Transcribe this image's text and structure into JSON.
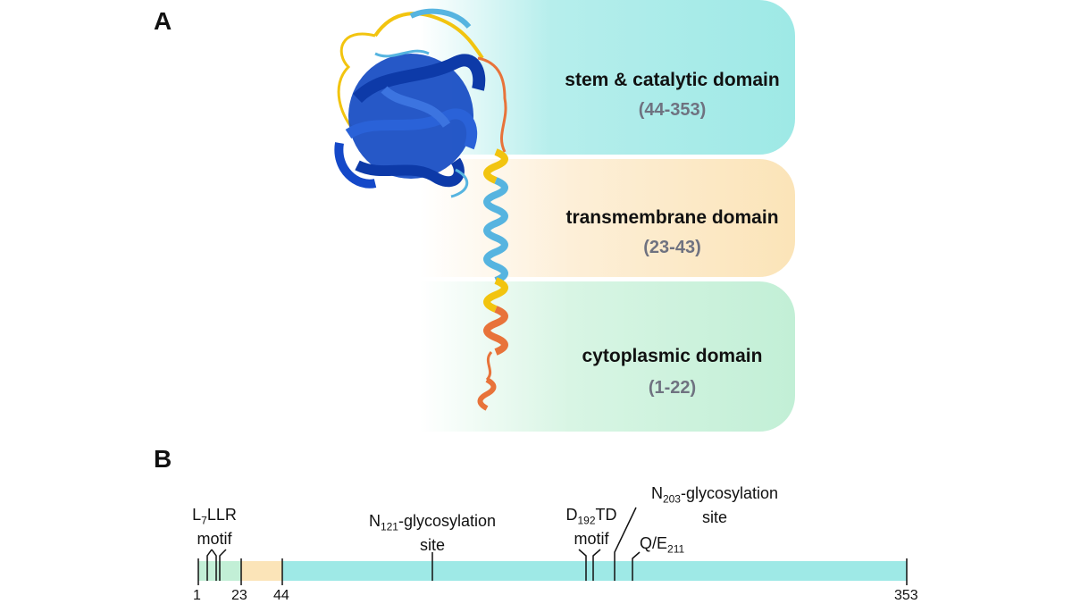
{
  "panels": {
    "a": "A",
    "b": "B"
  },
  "domains": {
    "stem": {
      "title": "stem & catalytic domain",
      "range": "(44-353)",
      "color": "#9ee9e6"
    },
    "transmembrane": {
      "title": "transmembrane domain",
      "range": "(23-43)",
      "color": "#fbe4b8"
    },
    "cytoplasmic": {
      "title": "cytoplasmic domain",
      "range": "(1-22)",
      "color": "#c2efd6"
    }
  },
  "track": {
    "positions": [
      "1",
      "23",
      "44",
      "353"
    ],
    "annotations": {
      "llr_prefix": "L",
      "llr_sub": "7",
      "llr_suffix": "LLR",
      "llr_line2": "motif",
      "n121_prefix": "N",
      "n121_sub": "121",
      "n121_suffix": "-glycosylation",
      "n121_line2": "site",
      "dtd_prefix": "D",
      "dtd_sub": "192",
      "dtd_suffix": "TD",
      "dtd_line2": "motif",
      "n203_prefix": "N",
      "n203_sub": "203",
      "n203_suffix": "-glycosylation",
      "n203_line2": "site",
      "qe_prefix": "Q/E",
      "qe_sub": "211"
    },
    "segment_colors": {
      "cytoplasmic": "#c2efd6",
      "transmembrane": "#fbe4b8",
      "stem": "#9ee9e6"
    }
  },
  "structure_colors": {
    "high": "#1448c8",
    "medium": "#56b4e0",
    "low": "#f2c40f",
    "very_low": "#e8733a"
  }
}
